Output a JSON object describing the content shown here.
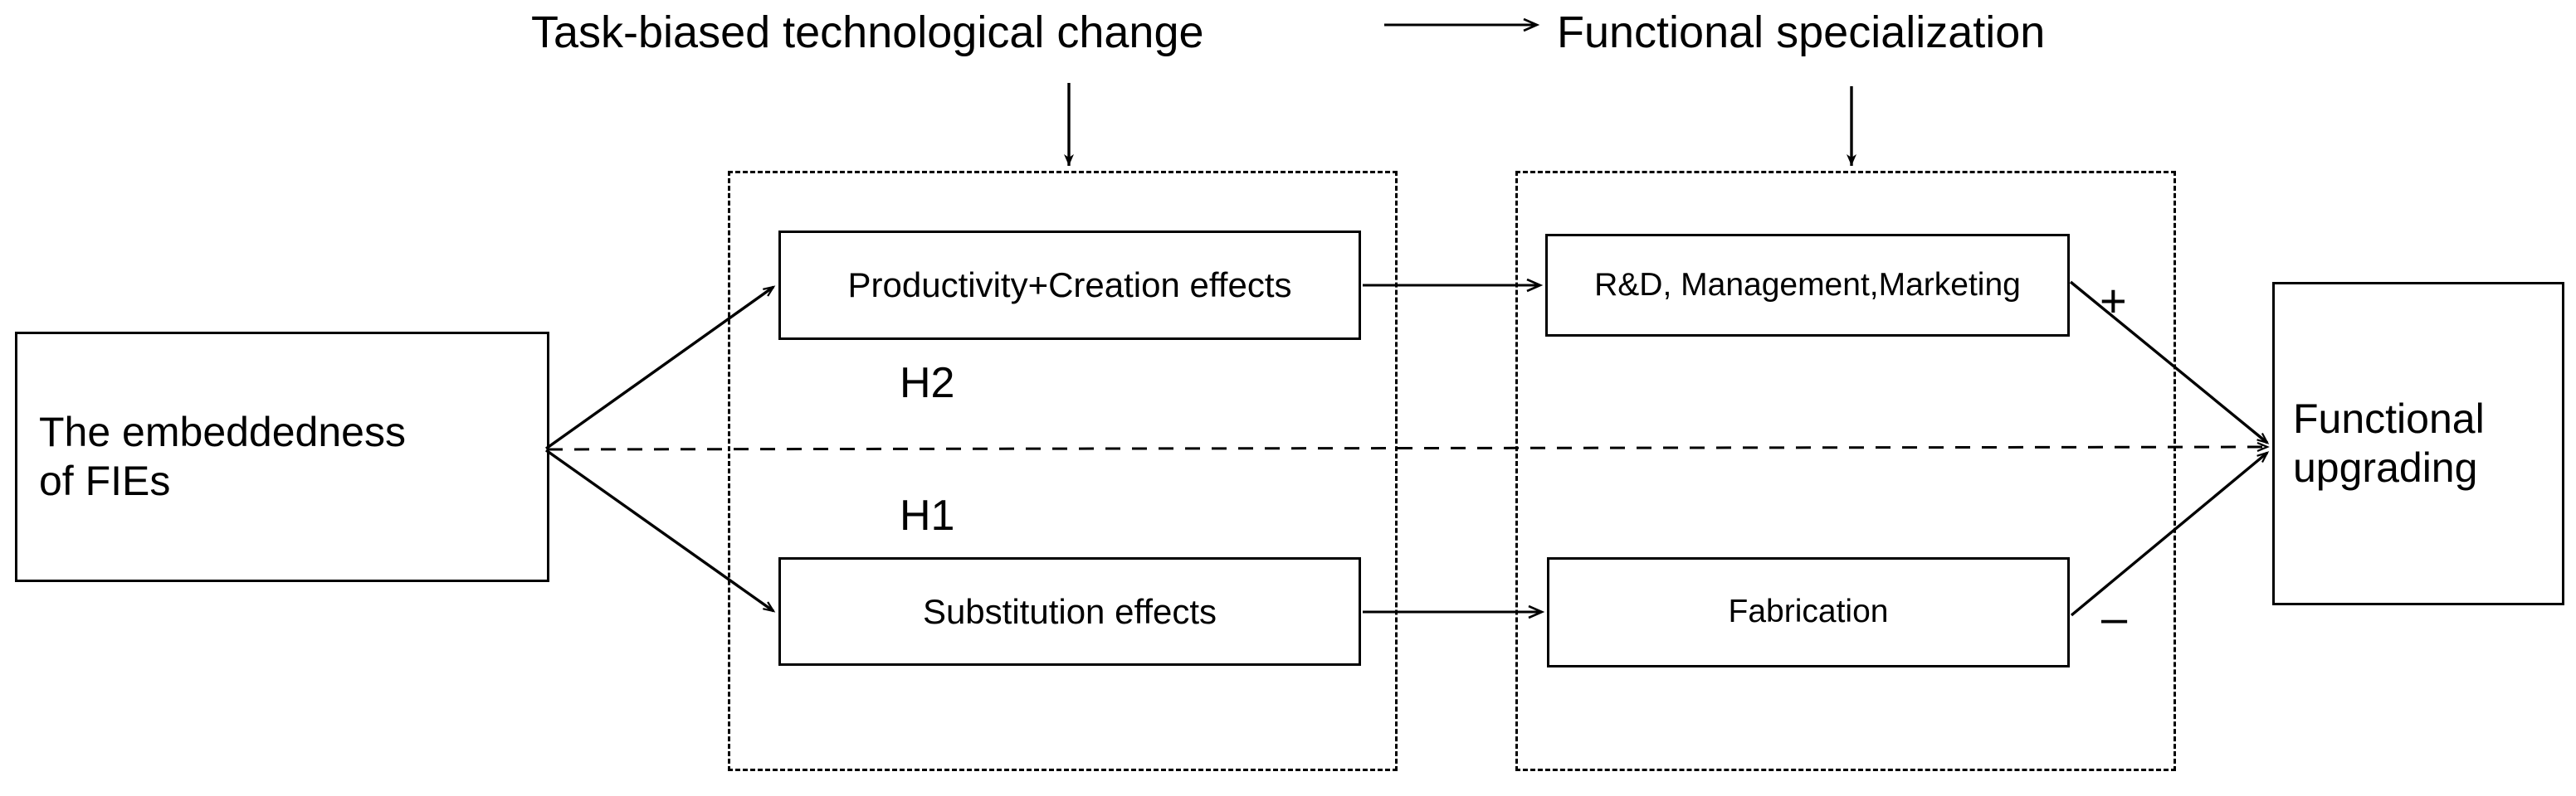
{
  "diagram": {
    "title_left": "Task-biased technological change",
    "title_right": "Functional specialization",
    "nodes": {
      "embeddedness": "The embeddedness\nof FIEs",
      "productivity": "Productivity+Creation effects",
      "substitution": "Substitution effects",
      "rd_management_marketing": "R&D, Management,Marketing",
      "fabrication": "Fabrication",
      "upgrading": "Functional\nupgrading"
    },
    "hypotheses": {
      "h2": "H2",
      "h1": "H1"
    },
    "signs": {
      "positive": "+",
      "negative": "–"
    },
    "icons": {
      "title_link_arrow": "right-arrow-icon",
      "tbtc_down_arrow": "down-arrow-icon",
      "fs_down_arrow": "down-arrow-icon",
      "embeddedness_to_productivity": "diagonal-arrow-up-icon",
      "embeddedness_to_substitution": "diagonal-arrow-down-icon",
      "embeddedness_to_upgrading": "dashed-arrow-icon",
      "productivity_to_rd": "right-arrow-icon",
      "substitution_to_fabrication": "right-arrow-icon",
      "rd_to_upgrading": "diagonal-arrow-down-icon",
      "fabrication_to_upgrading": "diagonal-arrow-up-icon"
    },
    "colors": {
      "stroke": "#000000",
      "background": "#ffffff",
      "text": "#000000"
    }
  }
}
